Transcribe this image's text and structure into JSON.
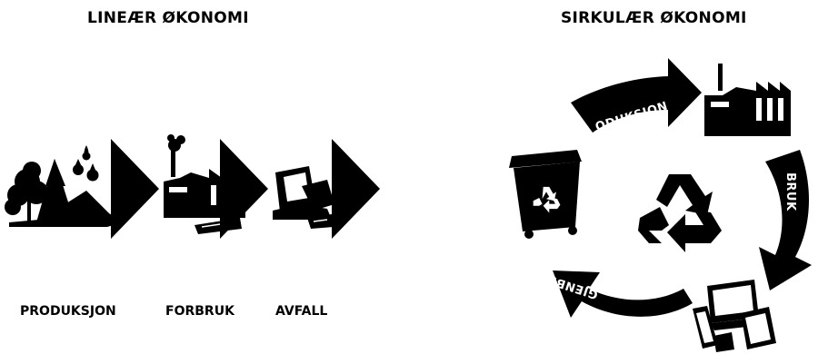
{
  "linear": {
    "title": "LINEÆR ØKONOMI",
    "steps": [
      "PRODUKSJON",
      "FORBRUK",
      "AVFALL"
    ]
  },
  "circular": {
    "title": "SIRKULÆR ØKONOMI",
    "arrow_labels": [
      "ODUKSJON",
      "BRUK",
      "GJENBRUK"
    ],
    "center_icon": "recycle-icon"
  },
  "icons": [
    "trees-icon",
    "water-drops-icon",
    "factory-icon",
    "cash-icon",
    "waste-pile-icon",
    "recycle-bin-icon",
    "devices-icon"
  ],
  "colors": {
    "foreground": "#000000",
    "background": "#ffffff"
  }
}
